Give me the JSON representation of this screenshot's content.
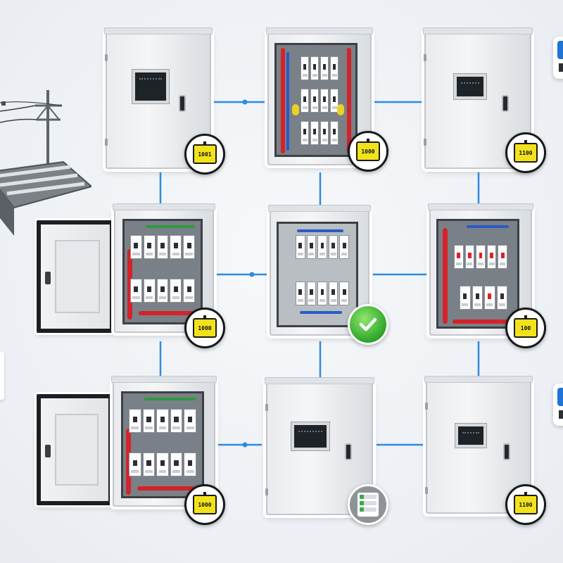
{
  "colors": {
    "connector": "#2f8be0",
    "badge_yellow": "#f2e21b",
    "check_green": "#2ea52a",
    "edge_blue": "#1f74d6"
  },
  "cabinets": [
    {
      "id": "r1c1",
      "state": "closed",
      "badge": "chip",
      "badge_text": "1001",
      "icon": "chip-icon"
    },
    {
      "id": "r1c2",
      "state": "open-interior",
      "badge": "chip",
      "badge_text": "1000",
      "icon": "chip-icon"
    },
    {
      "id": "r1c3",
      "state": "closed",
      "badge": "chip",
      "badge_text": "1100",
      "icon": "chip-icon"
    },
    {
      "id": "r2c1",
      "state": "door-open",
      "badge": "chip",
      "badge_text": "1000",
      "icon": "chip-icon"
    },
    {
      "id": "r2c2",
      "state": "open-interior",
      "badge": "check",
      "icon": "checkmark-icon"
    },
    {
      "id": "r2c3",
      "state": "open-interior",
      "badge": "chip",
      "badge_text": "100",
      "icon": "chip-icon"
    },
    {
      "id": "r3c1",
      "state": "door-open",
      "badge": "chip",
      "badge_text": "1000",
      "icon": "chip-icon"
    },
    {
      "id": "r3c2",
      "state": "closed",
      "badge": "list",
      "icon": "checklist-icon"
    },
    {
      "id": "r3c3",
      "state": "closed",
      "badge": "chip",
      "badge_text": "1100",
      "icon": "chip-icon"
    }
  ],
  "background": {
    "solar_panel_icon": "solar-panel-icon",
    "power_pole_icon": "power-pole-icon"
  }
}
